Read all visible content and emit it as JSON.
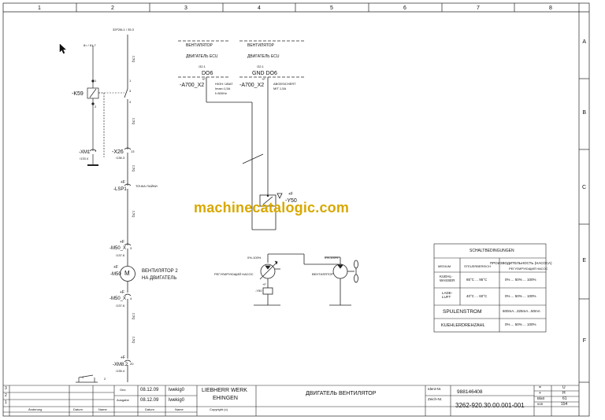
{
  "frame": {
    "columns": [
      "1",
      "2",
      "3",
      "4",
      "5",
      "6",
      "7",
      "8"
    ],
    "rows": [
      "A",
      "B",
      "C",
      "E",
      "F"
    ]
  },
  "watermark": "machinecatalogic.com",
  "labels": {
    "k59_top": "8> / 61.7",
    "k59_name": "-K59",
    "k59_p1": "1",
    "k59_p2": "2",
    "xm1_name": "-XM1",
    "xm1_ref": "/133.4",
    "xm1_pin": "1",
    "wire_top_ref": "32F26L1 / 35.3",
    "x26_name": "-X26",
    "x26_pin": "13",
    "x26_ref": "/136.3",
    "wire_a": "2,5Q",
    "wire_b": "2,5Q",
    "wire_c": "2,5Q",
    "wire_d": "2,5Q",
    "wire_e": "2,5Q",
    "wire_f": "2,5Q",
    "contact_1": "1",
    "contact_2": "3",
    "contact_3": "4",
    "lsp_f": "+F",
    "lsp_name": "-LSP1",
    "lsp_desc": "ТОЧКА ПАЙКИ",
    "m50x_f": "+F",
    "m50x_name": "-M50_X",
    "m50x_pin": "3",
    "m50x_ref": "/137.6",
    "m50_f": "+F",
    "m50_name": "-M50",
    "m50_symbol": "M",
    "m50_desc_1": "ВЕНТИЛЯТОР 2",
    "m50_desc_2": "НА ДВИГАТЕЛЬ",
    "m50x2_f": "+F",
    "m50x2_name": "-M50_X",
    "m50x2_pin": "4",
    "m50x2_ref": "/137.6",
    "xm8_f": "+F",
    "xm8_name": "-XM8.2",
    "xm8_pin": "20",
    "xm8_ref": "/135.4",
    "bottom_switch_1": "1",
    "bottom_switch_2": "2",
    "ecu_head_1": "ВЕНТИЛЯТОР",
    "ecu_head_2": "ВЕНТИЛЯТОР",
    "ecu_sub_1": "ДВИГАТЕЛЬ ECU",
    "ecu_sub_2": "ДВИГАТЕЛЬ ECU",
    "ecu_ref_1": "/32.1",
    "ecu_ref_2": "/32.1",
    "ecu_do_1": "DO6",
    "ecu_do_2": "GND DO6",
    "a700_f1": "+F",
    "a700_f2": "+F",
    "a700_name_1": "-A700_X2",
    "a700_name_2": "-A700_X2",
    "a700_note_1a": "HIGH: UBAT",
    "a700_note_1b": "Imax=1,5A",
    "a700_note_1c": "f=500Hz",
    "a700_note_2a": "ABGESICHERT",
    "a700_note_2b": "MIT 1,5A",
    "y50_f": "+F",
    "y50_name": "-Y50",
    "pump_range": "0%-100%",
    "pump_label": "РЕГУЛИРУЮЩИЙ НАСОС",
    "pump_y50_f": "+F",
    "pump_y50": "-Y50",
    "fan_range": "0%-100%",
    "fan_label": "ВЕНТИЛЯТОР"
  },
  "conditions_table": {
    "title": "SCHALTBEDINGUNGEN",
    "header": [
      "MEDIUM",
      "STEUERBEREICH",
      "ПРОИЗВОДИТЕЛЬНОСТЬ (НАСОСА)",
      "РЕГУЛИРУЮЩИЙ НАСОС"
    ],
    "rows": [
      {
        "medium": "KUEHL- WASSER",
        "range": "85°C ... 95°C",
        "output": "0% ... 50% ... 100%"
      },
      {
        "medium": "LADE- LUFT",
        "range": "40°C ... 60°C",
        "output": "0% ... 50% ... 100%"
      }
    ],
    "spulenstrom_label": "SPULENSTROM",
    "spulenstrom_value": "600mA...325mA...50mA",
    "kuehler_label": "KUEHLERDREHZAHL",
    "kuehler_value": "0% ... 50% ... 100%"
  },
  "title_block": {
    "rev_rows": [
      "3",
      "2",
      "1"
    ],
    "rev_footer": [
      "Änderung",
      "Datum",
      "Name"
    ],
    "gez": "Gez.",
    "gez_date": "08.12.09",
    "gez_name": "lwekig0",
    "ausgabe": "Ausgabe",
    "ausgabe_date": "08.12.09",
    "ausgabe_name": "lwekig0",
    "footer_date": "Datum",
    "footer_name": "Name",
    "company_1": "LIEBHERR WERK",
    "company_2": "EHINGEN",
    "copyright": "Copyright (c)",
    "drawing_title": "ДВИГАТЕЛЬ ВЕНТИЛЯТОР",
    "ident_label": "Ident-Nr.",
    "ident_value": "988146408",
    "zeich_label": "Zeich-Nr.",
    "zeich_value": "3262-920.30.00.001-001",
    "right_plus_1": "=",
    "right_val_1": "U",
    "right_plus_2": "+",
    "right_val_2": "H",
    "blatt_label": "Blatt",
    "blatt_value": "61",
    "von_label": "von",
    "von_value": "154"
  }
}
